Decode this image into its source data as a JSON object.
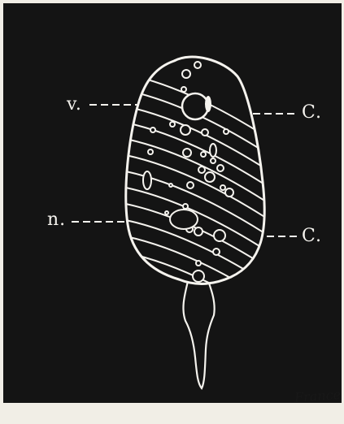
{
  "labels": {
    "v": "v.",
    "n": "n.",
    "c_upper": "C.",
    "c_lower": "C."
  },
  "signature": "France",
  "colors": {
    "paper": "#f1eee6",
    "plate_background": "#141414",
    "line_art": "#f5f3ee"
  }
}
